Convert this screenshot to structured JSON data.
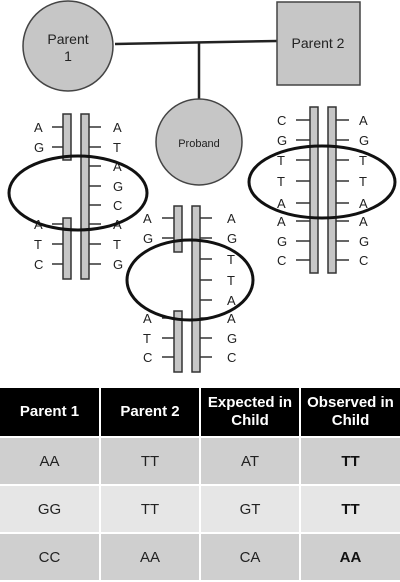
{
  "pedigree": {
    "parent1_line1": "Parent",
    "parent1_line2": "1",
    "parent2_label": "Parent 2",
    "proband_label": "Proband",
    "chromosomes": [
      {
        "left": [
          "A",
          "G",
          "",
          "",
          "",
          "A",
          "T",
          "C"
        ],
        "right": [
          "A",
          "T",
          "A",
          "G",
          "C",
          "A",
          "T",
          "G"
        ]
      },
      {
        "left": [
          "A",
          "G",
          "",
          "",
          "",
          "A",
          "T",
          "C"
        ],
        "right": [
          "A",
          "G",
          "T",
          "T",
          "A",
          "A",
          "G",
          "C"
        ]
      },
      {
        "left": [
          "C",
          "G",
          "T",
          "T",
          "A",
          "A",
          "G",
          "C"
        ],
        "right": [
          "A",
          "G",
          "T",
          "T",
          "A",
          "A",
          "G",
          "C"
        ]
      }
    ]
  },
  "table": {
    "headers": [
      "Parent 1",
      "Parent 2",
      "Expected in Child",
      "Observed in Child"
    ],
    "rows": [
      [
        "AA",
        "TT",
        "AT",
        "TT"
      ],
      [
        "GG",
        "TT",
        "GT",
        "TT"
      ],
      [
        "CC",
        "AA",
        "CA",
        "AA"
      ]
    ]
  }
}
